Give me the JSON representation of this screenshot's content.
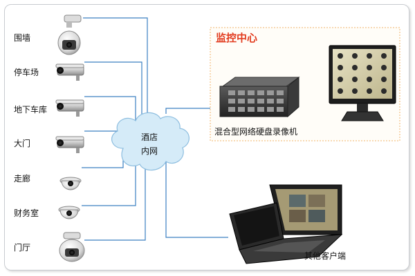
{
  "locations": [
    "围墙",
    "停车场",
    "地下车库",
    "大门",
    "走廊",
    "财务室",
    "门厅"
  ],
  "network": {
    "line1": "酒店",
    "line2": "内网"
  },
  "monitoring_center": {
    "title": "监控中心",
    "device_label": "混合型网络硬盘录像机"
  },
  "client": {
    "label": "其他客户端"
  },
  "colors": {
    "link": "#3a7fc1",
    "accent": "#e23c1f",
    "cloud_fill": "#d5ebf8",
    "dash_border": "#f0b36a"
  }
}
